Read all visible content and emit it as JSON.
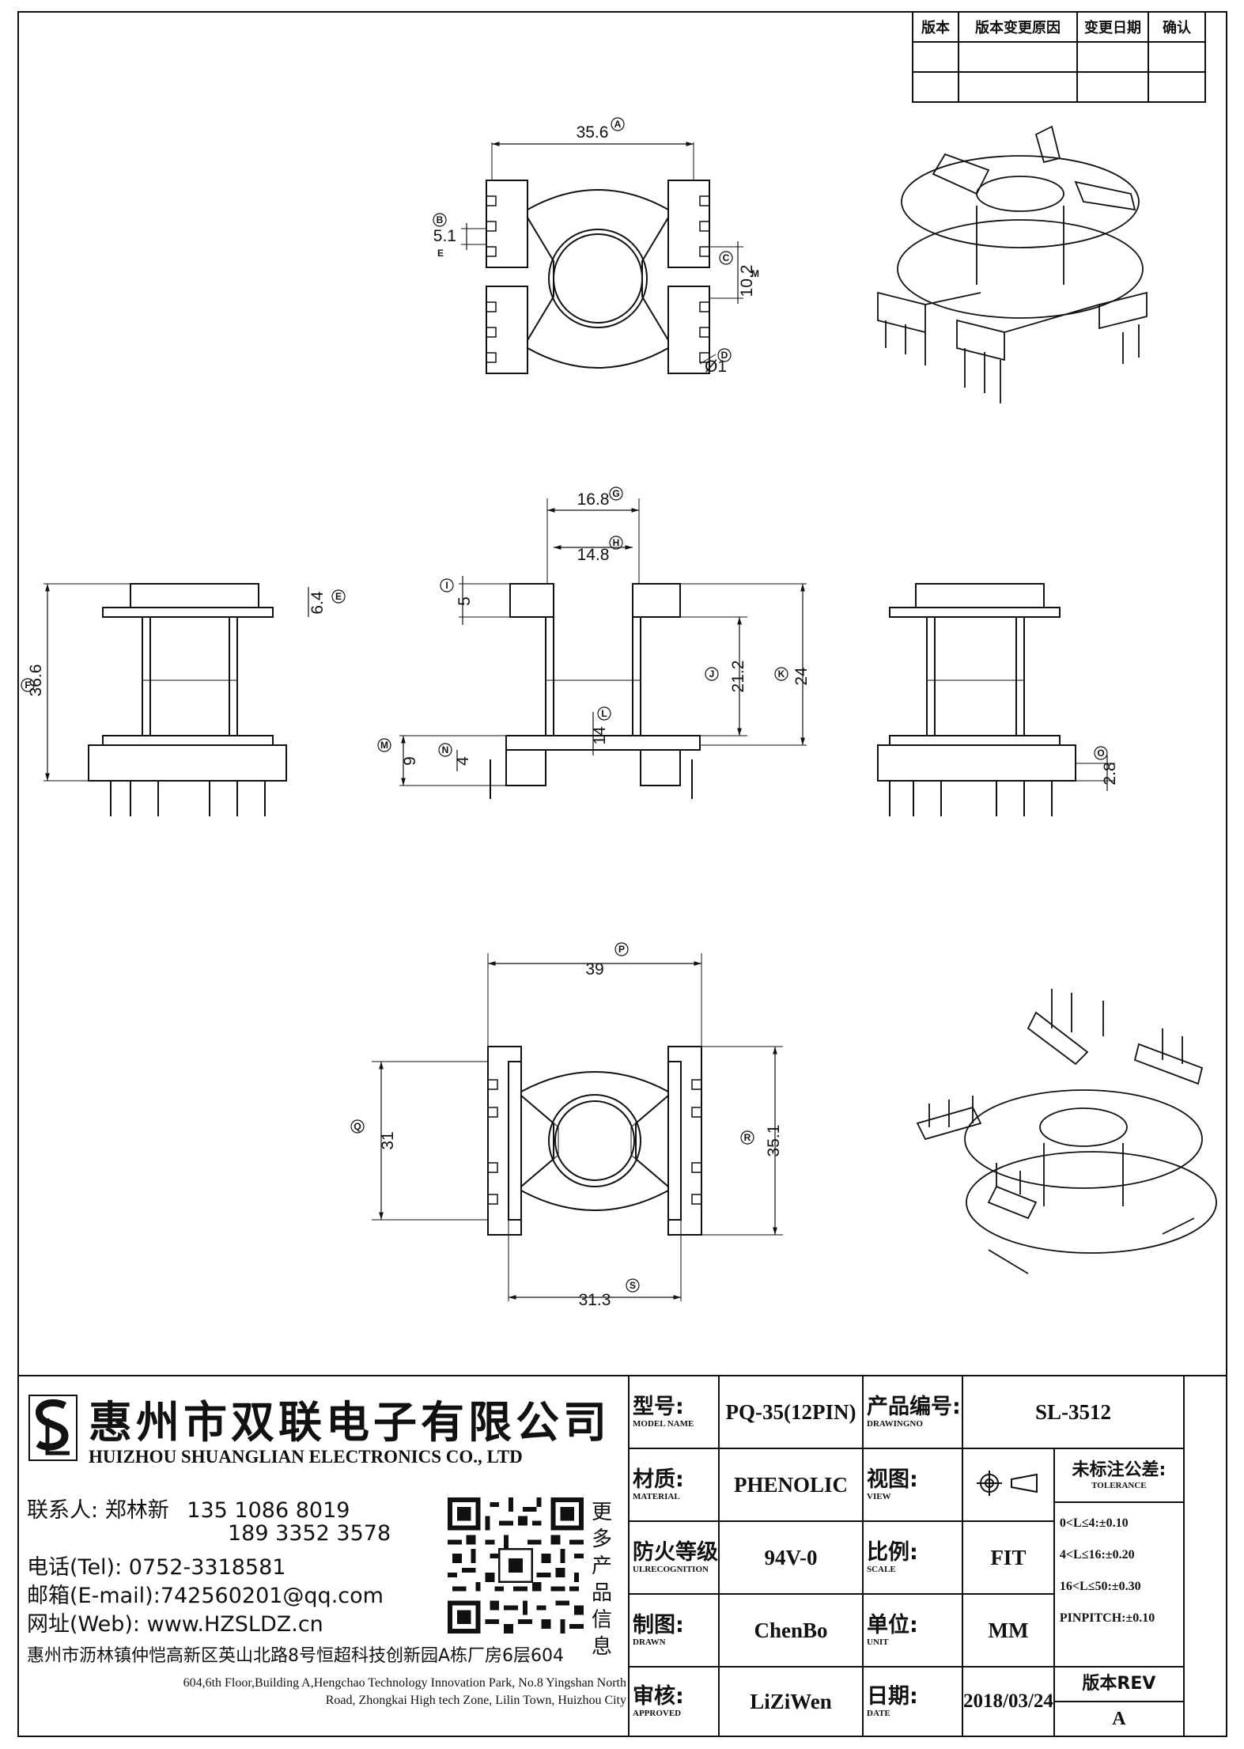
{
  "revision_table": {
    "headers": [
      "版本",
      "版本变更原因",
      "变更日期",
      "确认"
    ],
    "rows": [
      [
        "",
        "",
        "",
        ""
      ],
      [
        "",
        "",
        "",
        ""
      ]
    ]
  },
  "dimensions": {
    "top_view": {
      "A": "35.6",
      "B": "5.1",
      "C": "10.2",
      "D": "Ø1",
      "label_A": "A",
      "label_B": "B",
      "label_C": "C",
      "label_D": "D",
      "label_E": "E",
      "label_M": "M"
    },
    "side_view": {
      "E": "6.4",
      "F": "36.6",
      "G": "16.8",
      "H": "14.8",
      "I": "5",
      "J": "21.2",
      "K": "24",
      "L": "14",
      "M": "9",
      "N": "4",
      "O": "2.8",
      "label_E": "E",
      "label_F": "F",
      "label_G": "G",
      "label_H": "H",
      "label_I": "I",
      "label_J": "J",
      "label_K": "K",
      "label_L": "L",
      "label_M": "M",
      "label_N": "N",
      "label_O": "O"
    },
    "bottom_view": {
      "P": "39",
      "Q": "31",
      "R": "35.1",
      "S": "31.3",
      "label_P": "P",
      "label_Q": "Q",
      "label_R": "R",
      "label_S": "S"
    }
  },
  "company": {
    "name_cn": "惠州市双联电子有限公司",
    "name_en": "HUIZHOU SHUANGLIAN ELECTRONICS CO., LTD",
    "contact_label": "联系人:",
    "contact_name": "郑林新",
    "phone1": "135 1086 8019",
    "phone2": "189 3352 3578",
    "tel": "电话(Tel): 0752-3318581",
    "email": "邮箱(E-mail):742560201@qq.com",
    "web": "网址(Web): www.HZSLDZ.cn",
    "qr_side_text": [
      "更",
      "多",
      "产",
      "品",
      "信",
      "息"
    ],
    "address_cn": "惠州市沥林镇仲恺高新区英山北路8号恒超科技创新园A栋厂房6层604",
    "address_en_1": "604,6th Floor,Building A,Hengchao Technology Innovation Park, No.8 Yingshan North",
    "address_en_2": "Road, Zhongkai High tech Zone, Lilin Town, Huizhou City"
  },
  "title_block": {
    "model_cn": "型号:",
    "model_en": "MODEL NAME",
    "model_value": "PQ-35(12PIN)",
    "drawing_cn": "产品编号:",
    "drawing_en": "DRAWINGNO",
    "drawing_value": "SL-3512",
    "material_cn": "材质:",
    "material_en": "MATERIAL",
    "material_value": "PHENOLIC",
    "view_cn": "视图:",
    "view_en": "VIEW",
    "fire_cn": "防火等级",
    "fire_en": "ULRECOGNITION",
    "fire_value": "94V-0",
    "scale_cn": "比例:",
    "scale_en": "SCALE",
    "scale_value": "FIT",
    "drawn_cn": "制图:",
    "drawn_en": "DRAWN",
    "drawn_value": "ChenBo",
    "unit_cn": "单位:",
    "unit_en": "UNIT",
    "unit_value": "MM",
    "approved_cn": "审核:",
    "approved_en": "APPROVED",
    "approved_value": "LiZiWen",
    "date_cn": "日期:",
    "date_en": "DATE",
    "date_value": "2018/03/24",
    "rev_label": "版本REV",
    "rev_value": "A",
    "tolerance_title": "未标注公差:",
    "tolerance_en": "TOLERANCE",
    "tolerances": [
      "0<L≤4:±0.10",
      "4<L≤16:±0.20",
      "16<L≤50:±0.30",
      "PINPITCH:±0.10"
    ]
  }
}
